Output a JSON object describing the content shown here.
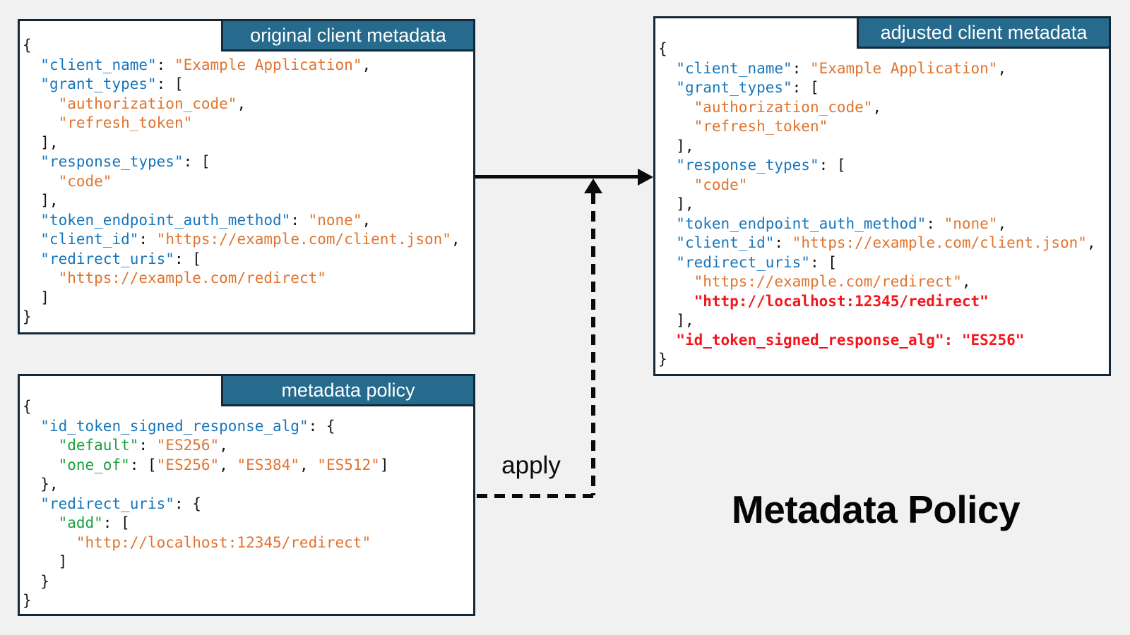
{
  "title": "Metadata Policy",
  "apply_label": "apply",
  "colors": {
    "background": "#f1f1f2",
    "box_border": "#13293a",
    "banner_background": "#266b8e",
    "banner_text": "#ffffff",
    "code_plain": "#141414",
    "code_key_blue": "#1776bc",
    "code_string_orange": "#e0742f",
    "code_operator_green": "#18a13b",
    "code_added_red": "#f5161c"
  },
  "boxes": [
    {
      "header": "original client metadata",
      "lines": [
        [
          {
            "t": "{",
            "c": "p"
          }
        ],
        [
          {
            "t": "  ",
            "c": "p"
          },
          {
            "t": "\"client_name\"",
            "c": "k"
          },
          {
            "t": ": ",
            "c": "p"
          },
          {
            "t": "\"Example Application\"",
            "c": "s"
          },
          {
            "t": ",",
            "c": "p"
          }
        ],
        [
          {
            "t": "  ",
            "c": "p"
          },
          {
            "t": "\"grant_types\"",
            "c": "k"
          },
          {
            "t": ": [",
            "c": "p"
          }
        ],
        [
          {
            "t": "    ",
            "c": "p"
          },
          {
            "t": "\"authorization_code\"",
            "c": "s"
          },
          {
            "t": ",",
            "c": "p"
          }
        ],
        [
          {
            "t": "    ",
            "c": "p"
          },
          {
            "t": "\"refresh_token\"",
            "c": "s"
          }
        ],
        [
          {
            "t": "  ],",
            "c": "p"
          }
        ],
        [
          {
            "t": "  ",
            "c": "p"
          },
          {
            "t": "\"response_types\"",
            "c": "k"
          },
          {
            "t": ": [",
            "c": "p"
          }
        ],
        [
          {
            "t": "    ",
            "c": "p"
          },
          {
            "t": "\"code\"",
            "c": "s"
          }
        ],
        [
          {
            "t": "  ],",
            "c": "p"
          }
        ],
        [
          {
            "t": "  ",
            "c": "p"
          },
          {
            "t": "\"token_endpoint_auth_method\"",
            "c": "k"
          },
          {
            "t": ": ",
            "c": "p"
          },
          {
            "t": "\"none\"",
            "c": "s"
          },
          {
            "t": ",",
            "c": "p"
          }
        ],
        [
          {
            "t": "  ",
            "c": "p"
          },
          {
            "t": "\"client_id\"",
            "c": "k"
          },
          {
            "t": ": ",
            "c": "p"
          },
          {
            "t": "\"https://example.com/client.json\"",
            "c": "s"
          },
          {
            "t": ",",
            "c": "p"
          }
        ],
        [
          {
            "t": "  ",
            "c": "p"
          },
          {
            "t": "\"redirect_uris\"",
            "c": "k"
          },
          {
            "t": ": [",
            "c": "p"
          }
        ],
        [
          {
            "t": "    ",
            "c": "p"
          },
          {
            "t": "\"https://example.com/redirect\"",
            "c": "s"
          }
        ],
        [
          {
            "t": "  ]",
            "c": "p"
          }
        ],
        [
          {
            "t": "}",
            "c": "p"
          }
        ]
      ]
    },
    {
      "header": "metadata policy",
      "lines": [
        [
          {
            "t": "{",
            "c": "p"
          }
        ],
        [
          {
            "t": "  ",
            "c": "p"
          },
          {
            "t": "\"id_token_signed_response_alg\"",
            "c": "k"
          },
          {
            "t": ": {",
            "c": "p"
          }
        ],
        [
          {
            "t": "    ",
            "c": "p"
          },
          {
            "t": "\"default\"",
            "c": "g"
          },
          {
            "t": ": ",
            "c": "p"
          },
          {
            "t": "\"ES256\"",
            "c": "s"
          },
          {
            "t": ",",
            "c": "p"
          }
        ],
        [
          {
            "t": "    ",
            "c": "p"
          },
          {
            "t": "\"one_of\"",
            "c": "g"
          },
          {
            "t": ": [",
            "c": "p"
          },
          {
            "t": "\"ES256\"",
            "c": "s"
          },
          {
            "t": ", ",
            "c": "p"
          },
          {
            "t": "\"ES384\"",
            "c": "s"
          },
          {
            "t": ", ",
            "c": "p"
          },
          {
            "t": "\"ES512\"",
            "c": "s"
          },
          {
            "t": "]",
            "c": "p"
          }
        ],
        [
          {
            "t": "  },",
            "c": "p"
          }
        ],
        [
          {
            "t": "  ",
            "c": "p"
          },
          {
            "t": "\"redirect_uris\"",
            "c": "k"
          },
          {
            "t": ": {",
            "c": "p"
          }
        ],
        [
          {
            "t": "    ",
            "c": "p"
          },
          {
            "t": "\"add\"",
            "c": "g"
          },
          {
            "t": ": [",
            "c": "p"
          }
        ],
        [
          {
            "t": "      ",
            "c": "p"
          },
          {
            "t": "\"http://localhost:12345/redirect\"",
            "c": "s"
          }
        ],
        [
          {
            "t": "    ]",
            "c": "p"
          }
        ],
        [
          {
            "t": "  }",
            "c": "p"
          }
        ],
        [
          {
            "t": "}",
            "c": "p"
          }
        ]
      ]
    },
    {
      "header": "adjusted client metadata",
      "lines": [
        [
          {
            "t": "{",
            "c": "p"
          }
        ],
        [
          {
            "t": "  ",
            "c": "p"
          },
          {
            "t": "\"client_name\"",
            "c": "k"
          },
          {
            "t": ": ",
            "c": "p"
          },
          {
            "t": "\"Example Application\"",
            "c": "s"
          },
          {
            "t": ",",
            "c": "p"
          }
        ],
        [
          {
            "t": "  ",
            "c": "p"
          },
          {
            "t": "\"grant_types\"",
            "c": "k"
          },
          {
            "t": ": [",
            "c": "p"
          }
        ],
        [
          {
            "t": "    ",
            "c": "p"
          },
          {
            "t": "\"authorization_code\"",
            "c": "s"
          },
          {
            "t": ",",
            "c": "p"
          }
        ],
        [
          {
            "t": "    ",
            "c": "p"
          },
          {
            "t": "\"refresh_token\"",
            "c": "s"
          }
        ],
        [
          {
            "t": "  ],",
            "c": "p"
          }
        ],
        [
          {
            "t": "  ",
            "c": "p"
          },
          {
            "t": "\"response_types\"",
            "c": "k"
          },
          {
            "t": ": [",
            "c": "p"
          }
        ],
        [
          {
            "t": "    ",
            "c": "p"
          },
          {
            "t": "\"code\"",
            "c": "s"
          }
        ],
        [
          {
            "t": "  ],",
            "c": "p"
          }
        ],
        [
          {
            "t": "  ",
            "c": "p"
          },
          {
            "t": "\"token_endpoint_auth_method\"",
            "c": "k"
          },
          {
            "t": ": ",
            "c": "p"
          },
          {
            "t": "\"none\"",
            "c": "s"
          },
          {
            "t": ",",
            "c": "p"
          }
        ],
        [
          {
            "t": "  ",
            "c": "p"
          },
          {
            "t": "\"client_id\"",
            "c": "k"
          },
          {
            "t": ": ",
            "c": "p"
          },
          {
            "t": "\"https://example.com/client.json\"",
            "c": "s"
          },
          {
            "t": ",",
            "c": "p"
          }
        ],
        [
          {
            "t": "  ",
            "c": "p"
          },
          {
            "t": "\"redirect_uris\"",
            "c": "k"
          },
          {
            "t": ": [",
            "c": "p"
          }
        ],
        [
          {
            "t": "    ",
            "c": "p"
          },
          {
            "t": "\"https://example.com/redirect\"",
            "c": "s"
          },
          {
            "t": ",",
            "c": "p"
          }
        ],
        [
          {
            "t": "    ",
            "c": "p"
          },
          {
            "t": "\"http://localhost:12345/redirect\"",
            "c": "r"
          }
        ],
        [
          {
            "t": "  ],",
            "c": "p"
          }
        ],
        [
          {
            "t": "  ",
            "c": "p"
          },
          {
            "t": "\"id_token_signed_response_alg\": \"ES256\"",
            "c": "r"
          }
        ],
        [
          {
            "t": "}",
            "c": "p"
          }
        ]
      ]
    }
  ]
}
